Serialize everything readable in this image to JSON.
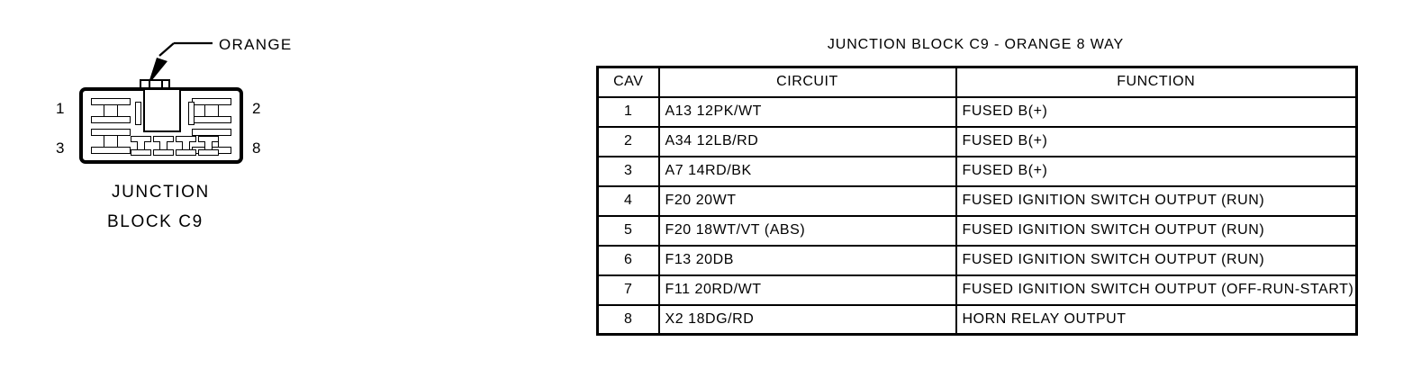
{
  "figure": {
    "callout_label": "ORANGE",
    "caption_line_1": "JUNCTION",
    "caption_line_2": "BLOCK C9",
    "pin_labels": {
      "top_left": "1",
      "bottom_left": "3",
      "top_right": "2",
      "bottom_right": "8"
    }
  },
  "table": {
    "title": "JUNCTION BLOCK C9 - ORANGE 8 WAY",
    "columns": [
      "CAV",
      "CIRCUIT",
      "FUNCTION"
    ],
    "rows": [
      {
        "cav": "1",
        "circuit": "A13 12PK/WT",
        "function": "FUSED B(+)"
      },
      {
        "cav": "2",
        "circuit": "A34 12LB/RD",
        "function": "FUSED B(+)"
      },
      {
        "cav": "3",
        "circuit": "A7 14RD/BK",
        "function": "FUSED B(+)"
      },
      {
        "cav": "4",
        "circuit": "F20 20WT",
        "function": "FUSED IGNITION SWITCH OUTPUT (RUN)"
      },
      {
        "cav": "5",
        "circuit": "F20 18WT/VT (ABS)",
        "function": "FUSED IGNITION SWITCH OUTPUT (RUN)"
      },
      {
        "cav": "6",
        "circuit": "F13 20DB",
        "function": "FUSED IGNITION SWITCH OUTPUT (RUN)"
      },
      {
        "cav": "7",
        "circuit": "F11 20RD/WT",
        "function": "FUSED IGNITION SWITCH OUTPUT (OFF-RUN-START)"
      },
      {
        "cav": "8",
        "circuit": "X2 18DG/RD",
        "function": "HORN RELAY OUTPUT"
      }
    ]
  },
  "colors": {
    "line": "#000000",
    "background": "#ffffff"
  }
}
